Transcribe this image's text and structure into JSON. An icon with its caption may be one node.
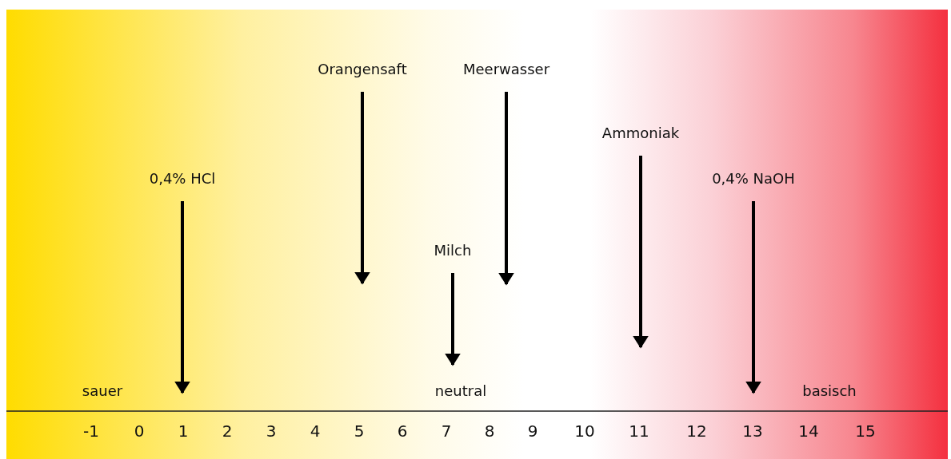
{
  "diagram": {
    "nodes": [
      {
        "text": [
          "0,4% HCl"
        ]
      },
      {
        "text": [
          "Orangensaft"
        ]
      },
      {
        "text": [
          "Milch"
        ]
      },
      {
        "text": [
          "Meerwasser"
        ]
      },
      {
        "text": [
          "Ammoniak"
        ]
      },
      {
        "text": [
          "0,4% NaOH"
        ]
      }
    ],
    "edges": [
      {
        "from": 0,
        "to": null,
        "arrow": "to"
      },
      {
        "from": 1,
        "to": null,
        "arrow": "to"
      },
      {
        "from": 2,
        "to": null,
        "arrow": "to"
      },
      {
        "from": 3,
        "to": null,
        "arrow": "to"
      },
      {
        "from": 4,
        "to": null,
        "arrow": "to"
      },
      {
        "from": 5,
        "to": null,
        "arrow": "to"
      }
    ],
    "labels": [
      "sauer",
      "neutral",
      "basisch",
      "-1",
      "0",
      "1",
      "2",
      "3",
      "4",
      "5",
      "6",
      "7",
      "8",
      "9",
      "10",
      "11",
      "12",
      "13",
      "14",
      "15"
    ]
  }
}
